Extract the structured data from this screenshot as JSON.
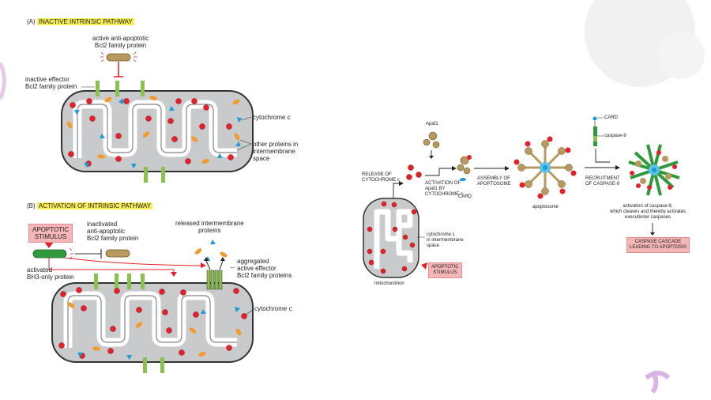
{
  "panelA": {
    "letter": "(A)",
    "title": "INACTIVE INTRINSIC PATHWAY",
    "anti_apoptotic_label": "active anti-apoptotic",
    "anti_apoptotic_label2": "Bcl2 family protein",
    "effector_label": "inactive effector",
    "effector_label2": "Bcl2 family protein",
    "cytochrome_label": "cytochrome c",
    "other_label": "other proteins in",
    "other_label2": "intermembrane",
    "other_label3": "space"
  },
  "panelB": {
    "letter": "(B)",
    "title": "ACTIVATION OF INTRINSIC PATHWAY",
    "stimulus": "APOPTOTIC",
    "stimulus2": "STIMULUS",
    "bh3_label": "activated",
    "bh3_label2": "BH3-only protein",
    "inactivated_label": "inactivated",
    "inactivated_label2": "anti-apoptotic",
    "inactivated_label3": "Bcl2 family protein",
    "released_label": "released intermembrane",
    "released_label2": "proteins",
    "aggregated_label": "aggregated",
    "aggregated_label2": "active effector",
    "aggregated_label3": "Bcl2 family proteins",
    "cytochrome_label": "cytochrome c"
  },
  "right": {
    "apaf1": "Apaf1",
    "release": "RELEASE OF",
    "release2": "CYTOCHROME c",
    "activation": "ACTIVATION OF",
    "activation2": "Apaf1 BY",
    "activation3": "CYTOCHROME c",
    "card_left": "CARD",
    "assembly": "ASSEMBLY OF",
    "assembly2": "APOPTOSOME",
    "apoptosome": "apoptosome",
    "recruitment": "RECRUITMENT",
    "recruitment2": "OF CASPASE-9",
    "card_top": "CARD",
    "caspase9": "caspase-9",
    "activation_caspase": "activation of caspase-9,",
    "activation_caspase2": "which cleaves and thereby activates",
    "activation_caspase3": "executioner caspases",
    "cascade": "CASPASE CASCADE",
    "cascade2": "LEADING TO APOPTOSIS",
    "cyto_label": "cytochrome c",
    "cyto_label2": "in intermembrane",
    "cyto_label3": "space",
    "stimulus": "APOPTOTIC",
    "stimulus2": "STIMULUS",
    "mitochondrion": "mitochondrion"
  },
  "colors": {
    "membrane": "#c8cacb",
    "outline": "#333333",
    "cytochrome": "#e4202a",
    "orange_protein": "#f29a2e",
    "blue_protein": "#1d9bd7",
    "green_protein": "#8cc152",
    "tan_protein": "#b89a5e",
    "stimulus_bg": "#f4b6b7",
    "highlight": "#f7ef55"
  }
}
